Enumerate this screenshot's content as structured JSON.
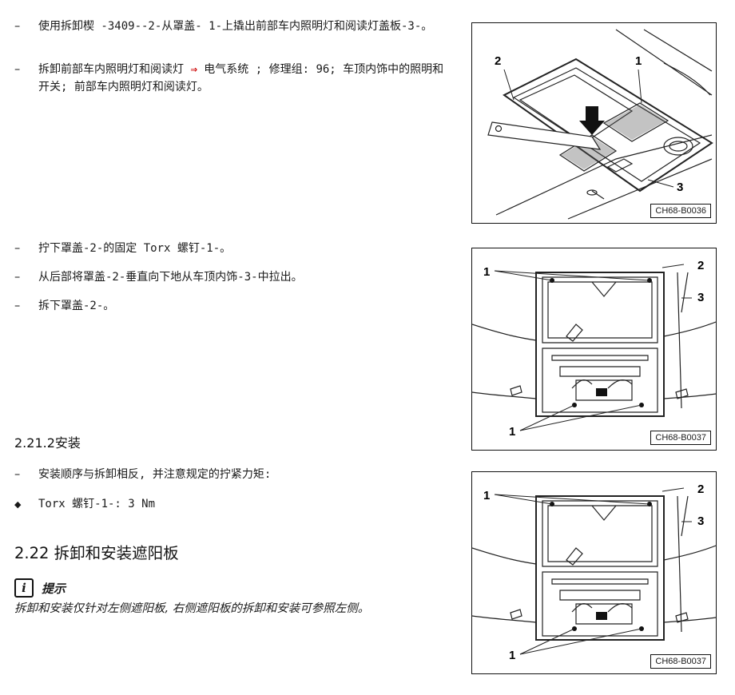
{
  "steps_removal_1": [
    {
      "dash": "–",
      "text_before": "使用拆卸楔 -3409--2-从罩盖- 1-上撬出前部车内照明灯和阅读灯盖板-3-。",
      "arrow": "",
      "text_after": ""
    },
    {
      "dash": "–",
      "text_before": "拆卸前部车内照明灯和阅读灯 ",
      "arrow": "⇒",
      "text_after": " 电气系统 ; 修理组: 96; 车顶内饰中的照明和开关; 前部车内照明灯和阅读灯。"
    }
  ],
  "steps_removal_2": [
    {
      "dash": "–",
      "text": "拧下罩盖-2-的固定 Torx 螺钉-1-。"
    },
    {
      "dash": "–",
      "text": "从后部将罩盖-2-垂直向下地从车顶内饰-3-中拉出。"
    },
    {
      "dash": "–",
      "text": "拆下罩盖-2-。"
    }
  ],
  "section_install": {
    "heading": "2.21.2安装",
    "step": {
      "dash": "–",
      "text": "安装顺序与拆卸相反, 并注意规定的拧紧力矩:"
    },
    "bullet": {
      "marker": "◆",
      "text": "Torx 螺钉-1-: 3 Nm"
    }
  },
  "section_sunvisor": {
    "heading": "2.22  拆卸和安装遮阳板",
    "note": {
      "icon_letter": "i",
      "title": "提示",
      "body": "拆卸和安装仅针对左侧遮阳板, 右侧遮阳板的拆卸和安装可参照左侧。"
    }
  },
  "figures": [
    {
      "code": "CH68-B0036",
      "callouts": [
        "1",
        "2",
        "3"
      ]
    },
    {
      "code": "CH68-B0037",
      "callouts": [
        "1",
        "2",
        "3",
        "1"
      ]
    },
    {
      "code": "CH68-B0037",
      "callouts": [
        "1",
        "2",
        "3",
        "1"
      ]
    }
  ],
  "icons": {
    "info": "info-icon",
    "arrow": "arrow-right-icon",
    "bullet": "diamond-bullet-icon"
  }
}
